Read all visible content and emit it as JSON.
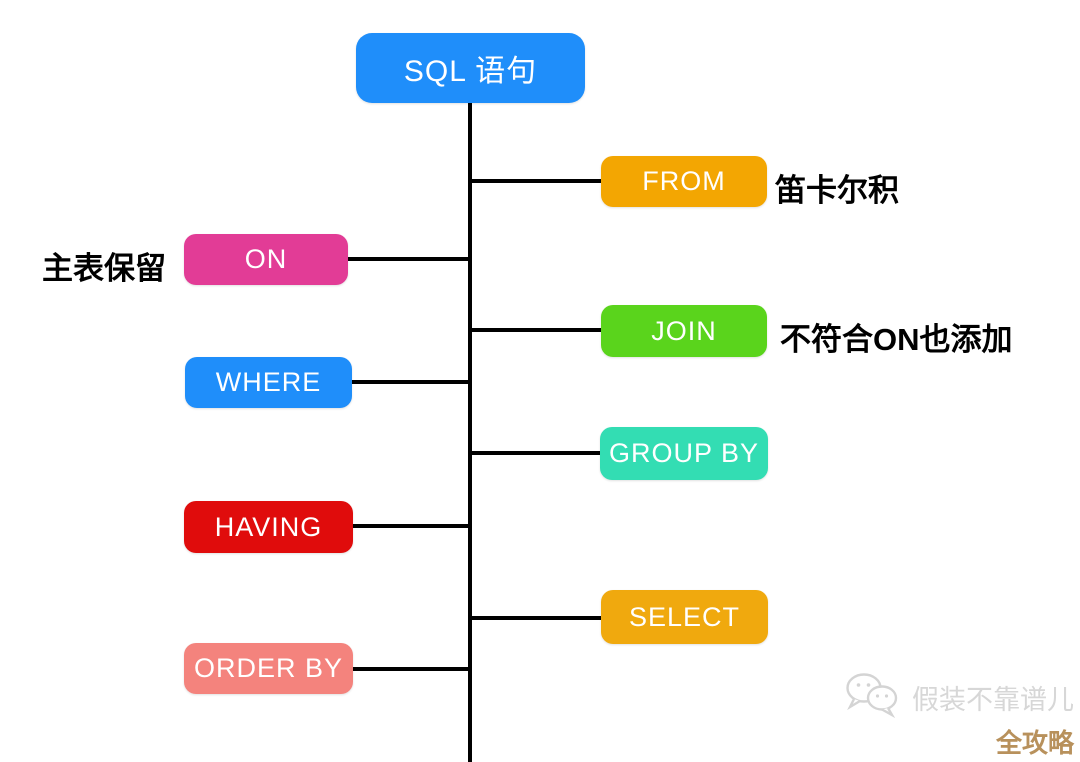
{
  "diagram": {
    "title": "SQL statement execution order mind map",
    "root": {
      "label": "SQL 语句",
      "color": "#1f8efa"
    },
    "nodes": [
      {
        "id": "from",
        "label": "FROM",
        "color": "#f3a602",
        "side": "right",
        "annotation": "笛卡尔积"
      },
      {
        "id": "on",
        "label": "ON",
        "color": "#e23c96",
        "side": "left",
        "annotation": "主表保留"
      },
      {
        "id": "join",
        "label": "JOIN",
        "color": "#5ad41c",
        "side": "right",
        "annotation": "不符合ON也添加"
      },
      {
        "id": "where",
        "label": "WHERE",
        "color": "#1f8efa",
        "side": "left",
        "annotation": ""
      },
      {
        "id": "group_by",
        "label": "GROUP BY",
        "color": "#33ddb3",
        "side": "right",
        "annotation": ""
      },
      {
        "id": "having",
        "label": "HAVING",
        "color": "#e00c0c",
        "side": "left",
        "annotation": ""
      },
      {
        "id": "select",
        "label": "SELECT",
        "color": "#f0a90e",
        "side": "right",
        "annotation": ""
      },
      {
        "id": "order_by",
        "label": "ORDER BY",
        "color": "#f4837d",
        "side": "left",
        "annotation": ""
      }
    ],
    "line_color": "#000000"
  },
  "watermark": {
    "name": "假装不靠谱儿",
    "badge": "全攻略",
    "icon": "wechat-icon",
    "name_color": "#d7d7d7",
    "badge_color": "#b8915c"
  }
}
